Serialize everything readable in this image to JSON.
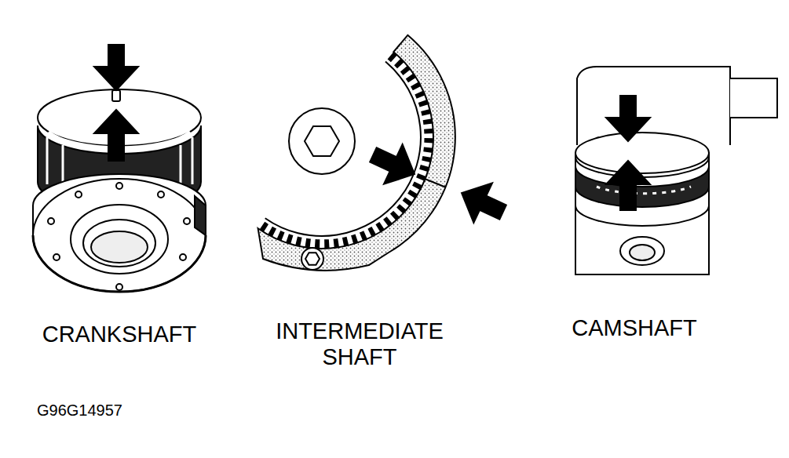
{
  "diagram": {
    "labels": [
      "CRANKSHAFT",
      "INTERMEDIATE SHAFT",
      "CAMSHAFT",
      "G96G14957"
    ]
  }
}
